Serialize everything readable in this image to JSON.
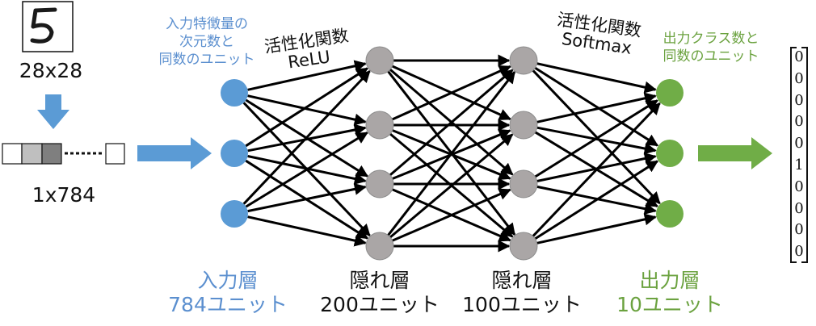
{
  "input_image": {
    "size_label": "28x28"
  },
  "flat_vector": {
    "size_label": "1x784"
  },
  "input_note": {
    "lines": [
      "入力特徴量の",
      "次元数と",
      "同数のユニット"
    ]
  },
  "activation_1": {
    "title": "活性化関数",
    "name": "ReLU"
  },
  "activation_2": {
    "title": "活性化関数",
    "name": "Softmax"
  },
  "output_note": {
    "lines": [
      "出力クラス数と",
      "同数のユニット"
    ]
  },
  "layers": [
    {
      "name": "入力層",
      "units_label": "784ユニット",
      "nodes": 3,
      "color": "#5b9bd5"
    },
    {
      "name": "隠れ層",
      "units_label": "200ユニット",
      "nodes": 4,
      "color": "#aaa6a6"
    },
    {
      "name": "隠れ層",
      "units_label": "100ユニット",
      "nodes": 4,
      "color": "#aaa6a6"
    },
    {
      "name": "出力層",
      "units_label": "10ユニット",
      "nodes": 3,
      "color": "#70ad47"
    }
  ],
  "output_vector": {
    "values": [
      "0",
      "0",
      "0",
      "0",
      "0",
      "1",
      "0",
      "0",
      "0",
      "0"
    ]
  },
  "colors": {
    "input": "#5b9bd5",
    "hidden": "#aaa6a6",
    "output": "#70ad47",
    "edge": "#000000"
  }
}
